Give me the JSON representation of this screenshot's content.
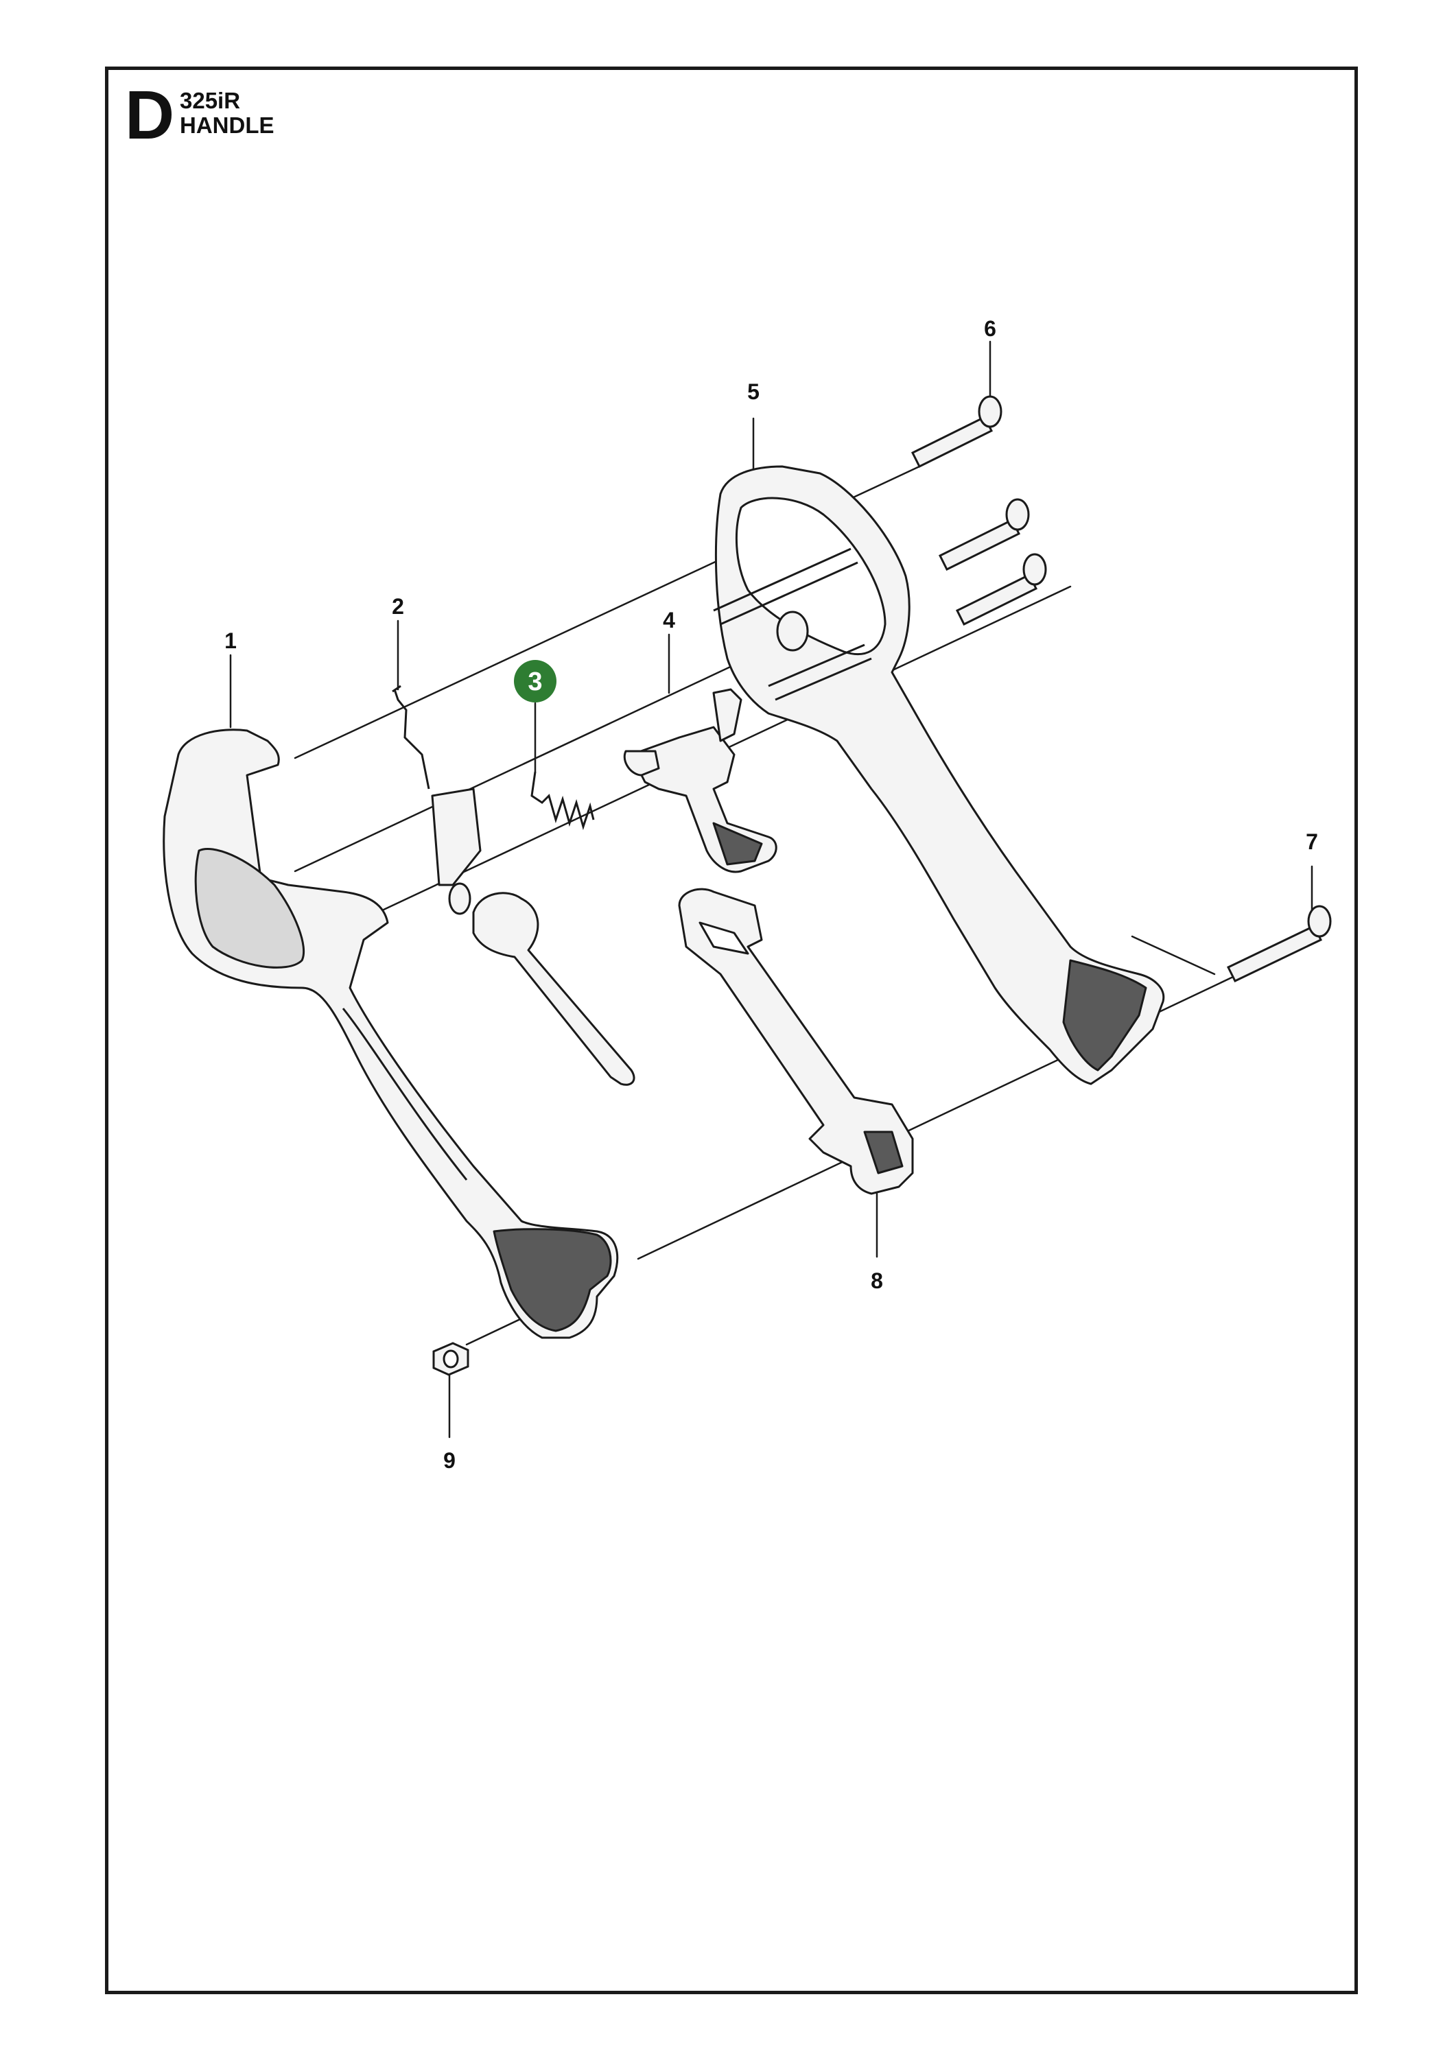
{
  "header": {
    "section_letter": "D",
    "model": "325iR",
    "title": "HANDLE"
  },
  "callouts": [
    {
      "id": "1",
      "label": "1",
      "highlighted": false
    },
    {
      "id": "2",
      "label": "2",
      "highlighted": false
    },
    {
      "id": "3",
      "label": "3",
      "highlighted": true
    },
    {
      "id": "4",
      "label": "4",
      "highlighted": false
    },
    {
      "id": "5",
      "label": "5",
      "highlighted": false
    },
    {
      "id": "6",
      "label": "6",
      "highlighted": false
    },
    {
      "id": "7",
      "label": "7",
      "highlighted": false
    },
    {
      "id": "8",
      "label": "8",
      "highlighted": false
    },
    {
      "id": "9",
      "label": "9",
      "highlighted": false
    }
  ],
  "colors": {
    "highlight": "#2e7d32",
    "line": "#1a1a1a",
    "part_fill": "#f4f4f4",
    "part_shade": "#5a5a5a"
  }
}
